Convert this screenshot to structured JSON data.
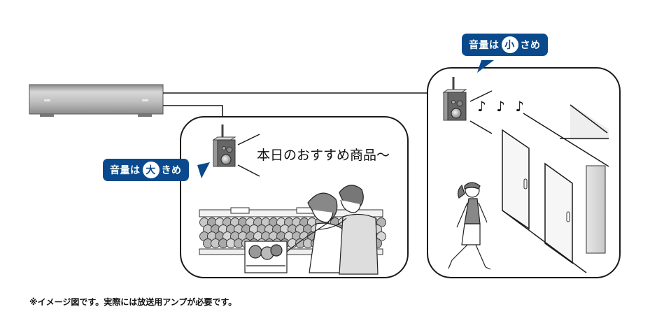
{
  "diagram": {
    "title": "Zoned volume control for in-store BGM",
    "colors": {
      "badge": "#0a4a8c",
      "badge_text": "#ffffff",
      "outline": "#1a1a1a",
      "amp_body": "#b8b8b8"
    },
    "zones": [
      {
        "id": "sales-floor",
        "badge": {
          "prefix": "音量は",
          "circled": "大",
          "suffix": "きめ"
        },
        "speech": "本日のおすすめ商品〜",
        "scene": "supermarket-produce-aisle"
      },
      {
        "id": "corridor",
        "badge": {
          "prefix": "音量は",
          "circled": "小",
          "suffix": "さめ"
        },
        "notes": "♪ ♪ ♪",
        "scene": "hallway-with-doors"
      }
    ],
    "devices": {
      "amplifier": "amplifier-unit",
      "speaker": "speaker-icon"
    },
    "footnote": "※イメージ図です。実際には放送用アンプが必要です。"
  }
}
